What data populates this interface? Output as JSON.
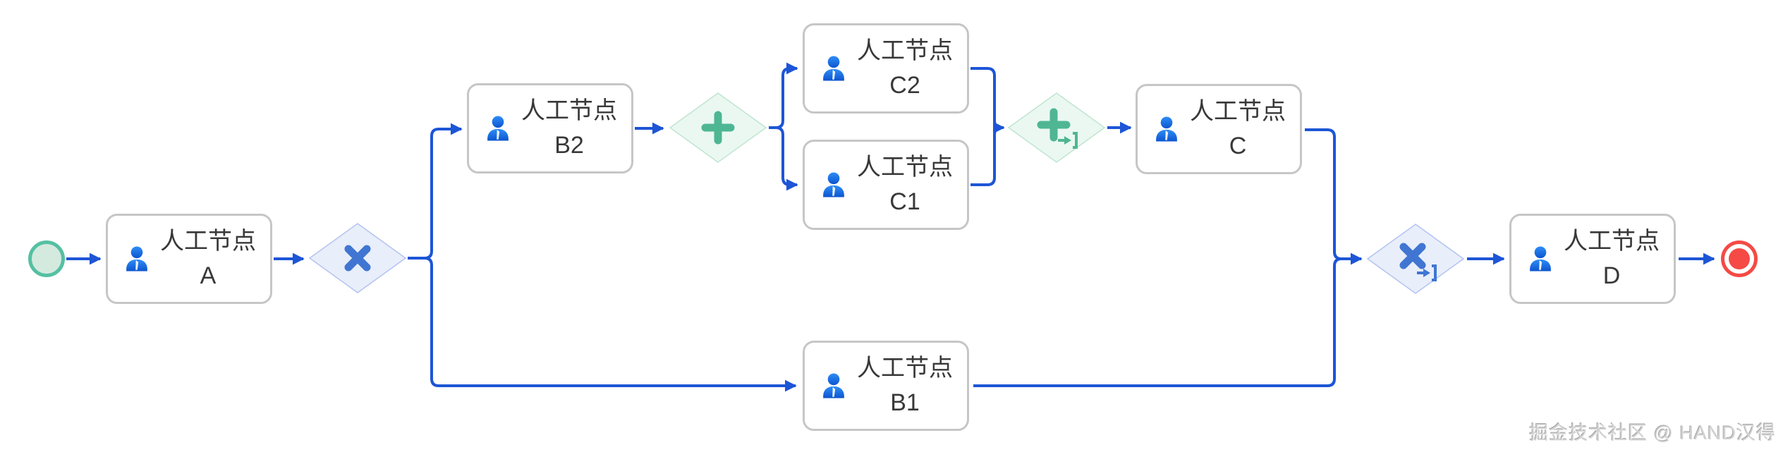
{
  "watermark": "掘金技术社区 @ HAND汉得",
  "tasks": {
    "a": {
      "name": "人工节点",
      "code": "A",
      "icon": "user-icon"
    },
    "b2": {
      "name": "人工节点",
      "code": "B2",
      "icon": "user-icon"
    },
    "b1": {
      "name": "人工节点",
      "code": "B1",
      "icon": "user-icon"
    },
    "c2": {
      "name": "人工节点",
      "code": "C2",
      "icon": "user-icon"
    },
    "c1": {
      "name": "人工节点",
      "code": "C1",
      "icon": "user-icon"
    },
    "c": {
      "name": "人工节点",
      "code": "C",
      "icon": "user-icon"
    },
    "d": {
      "name": "人工节点",
      "code": "D",
      "icon": "user-icon"
    }
  },
  "events": {
    "start": {
      "icon": "start-event-circle"
    },
    "end": {
      "icon": "end-event-circle"
    }
  },
  "gateways": {
    "exclusive_split": {
      "kind": "exclusive",
      "symbol_icon": "x-mark-icon"
    },
    "parallel_split": {
      "kind": "parallel",
      "symbol_icon": "plus-mark-icon"
    },
    "parallel_join": {
      "kind": "parallel",
      "symbol_icon": "plus-mark-icon",
      "join_marker_icon": "arrow-into-bracket-icon"
    },
    "exclusive_join": {
      "kind": "exclusive",
      "symbol_icon": "x-mark-icon",
      "join_marker_icon": "arrow-into-bracket-icon"
    }
  },
  "colors": {
    "flow_line": "#1d55d6",
    "task_border": "#c6c6c6",
    "task_text": "#383838",
    "user_icon_top": "#2f8df7",
    "user_icon_bottom": "#0c55cf",
    "exclusive_fill": "#e8eefa",
    "exclusive_stroke": "#b4c3ef",
    "exclusive_symbol": "#4076d2",
    "parallel_fill": "#eaf8f1",
    "parallel_stroke": "#c0e5d0",
    "parallel_symbol": "#4fb694",
    "start_stroke": "#55c0a2",
    "start_fill": "#d5eadf",
    "end_color": "#f54a45"
  }
}
